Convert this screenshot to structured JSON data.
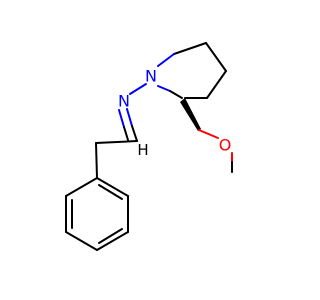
{
  "atoms": {
    "n_ring": "N",
    "n_imine": "N",
    "oxygen": "O",
    "imine_ch": "H"
  },
  "colors": {
    "nitrogen": "#0000ff",
    "oxygen": "#ff0000",
    "carbon": "#000000"
  }
}
